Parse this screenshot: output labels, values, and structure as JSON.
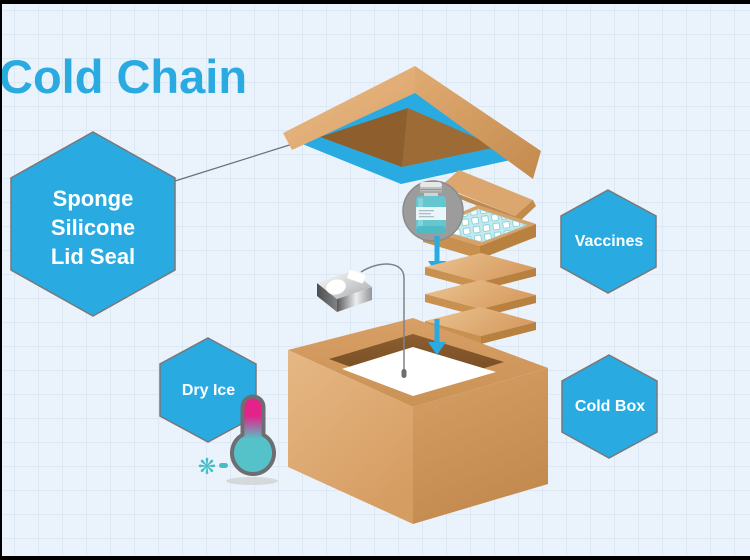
{
  "title": "Cold Chain",
  "colors": {
    "accent": "#29abe2",
    "background": "#eaf3fb",
    "grid_line": "#dce9f4",
    "label_text": "#ffffff",
    "cardboard": "#d9a066",
    "teal": "#45bfc4",
    "magenta": "#e3228a",
    "outline_gray": "#6d6e71"
  },
  "labels": {
    "lid_seal": {
      "line1": "Sponge",
      "line2": "Silicone",
      "line3": "Lid Seal"
    },
    "vaccines": "Vaccines",
    "dry_ice": "Dry Ice",
    "cold_box": "Cold Box"
  },
  "icons": {
    "snowflake": "❋"
  }
}
